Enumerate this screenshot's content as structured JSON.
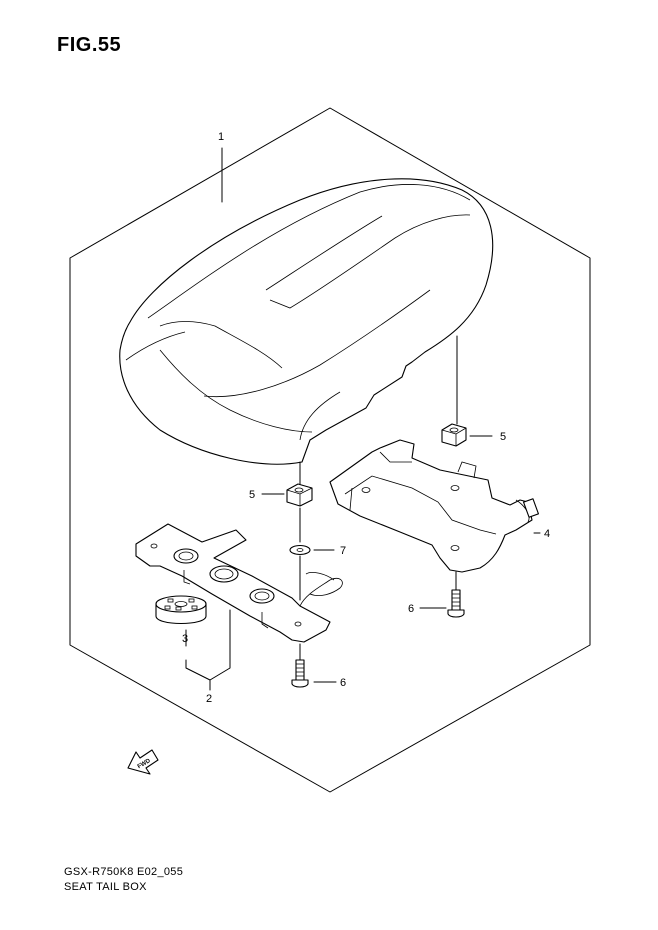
{
  "figure": {
    "title": "FIG.55",
    "diagram_code": "GSX-R750K8 E02_055",
    "diagram_name": "SEAT TAIL BOX",
    "fwd_label": "FWD"
  },
  "callouts": {
    "c1": "1",
    "c2": "2",
    "c3": "3",
    "c4": "4",
    "c5a": "5",
    "c5b": "5",
    "c6a": "6",
    "c6b": "6",
    "c7": "7"
  }
}
